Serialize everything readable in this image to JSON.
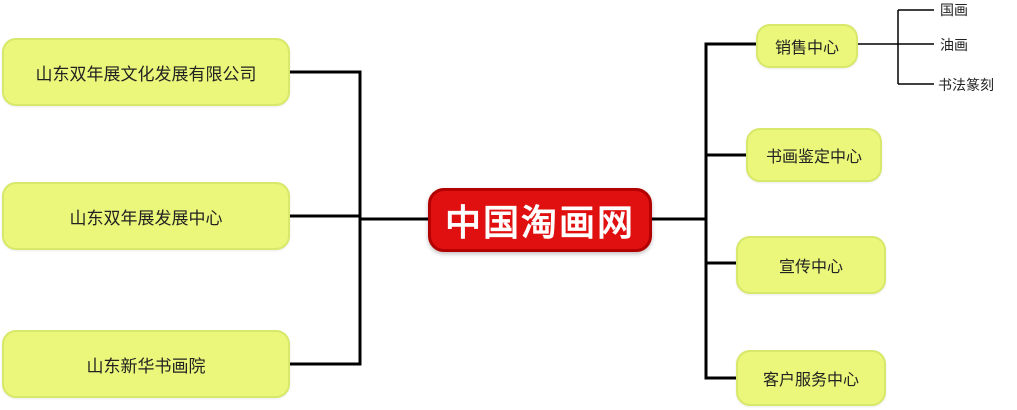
{
  "root": {
    "label": "中国淘画网"
  },
  "left_nodes": [
    {
      "label": "山东双年展文化发展有限公司"
    },
    {
      "label": "山东双年展发展中心"
    },
    {
      "label": "山东新华书画院"
    }
  ],
  "right_nodes": [
    {
      "label": "销售中心",
      "children": [
        "国画",
        "油画",
        "书法篆刻"
      ]
    },
    {
      "label": "书画鉴定中心"
    },
    {
      "label": "宣传中心"
    },
    {
      "label": "客户服务中心"
    }
  ],
  "colors": {
    "node_fill": "#eaf77a",
    "root_fill": "#e01010",
    "connector": "#000000"
  }
}
